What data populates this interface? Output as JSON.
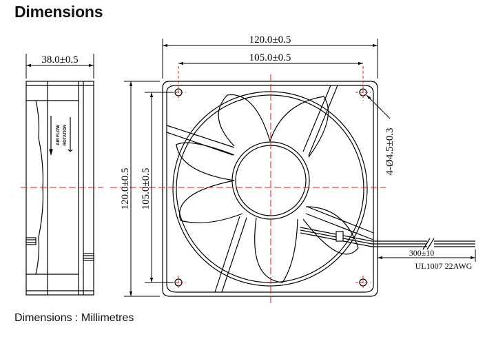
{
  "heading": "Dimensions",
  "footer": "Dimensions : Millimetres",
  "dimensions": {
    "overall_width": "120.0±0.5",
    "hole_pitch_h": "105.0±0.5",
    "depth": "38.0±0.5",
    "overall_height": "120.0±0.5",
    "hole_pitch_v": "105.0±0.5",
    "mount_holes": "4-Ø4.5±0.3",
    "lead_length": "300±10",
    "wire_spec": "UL1007 22AWG"
  },
  "side_view_labels": {
    "air_flow": "AIR FLOW",
    "rotation": "ROTATION"
  },
  "colors": {
    "line": "#000000",
    "centerline": "#e0191e"
  }
}
